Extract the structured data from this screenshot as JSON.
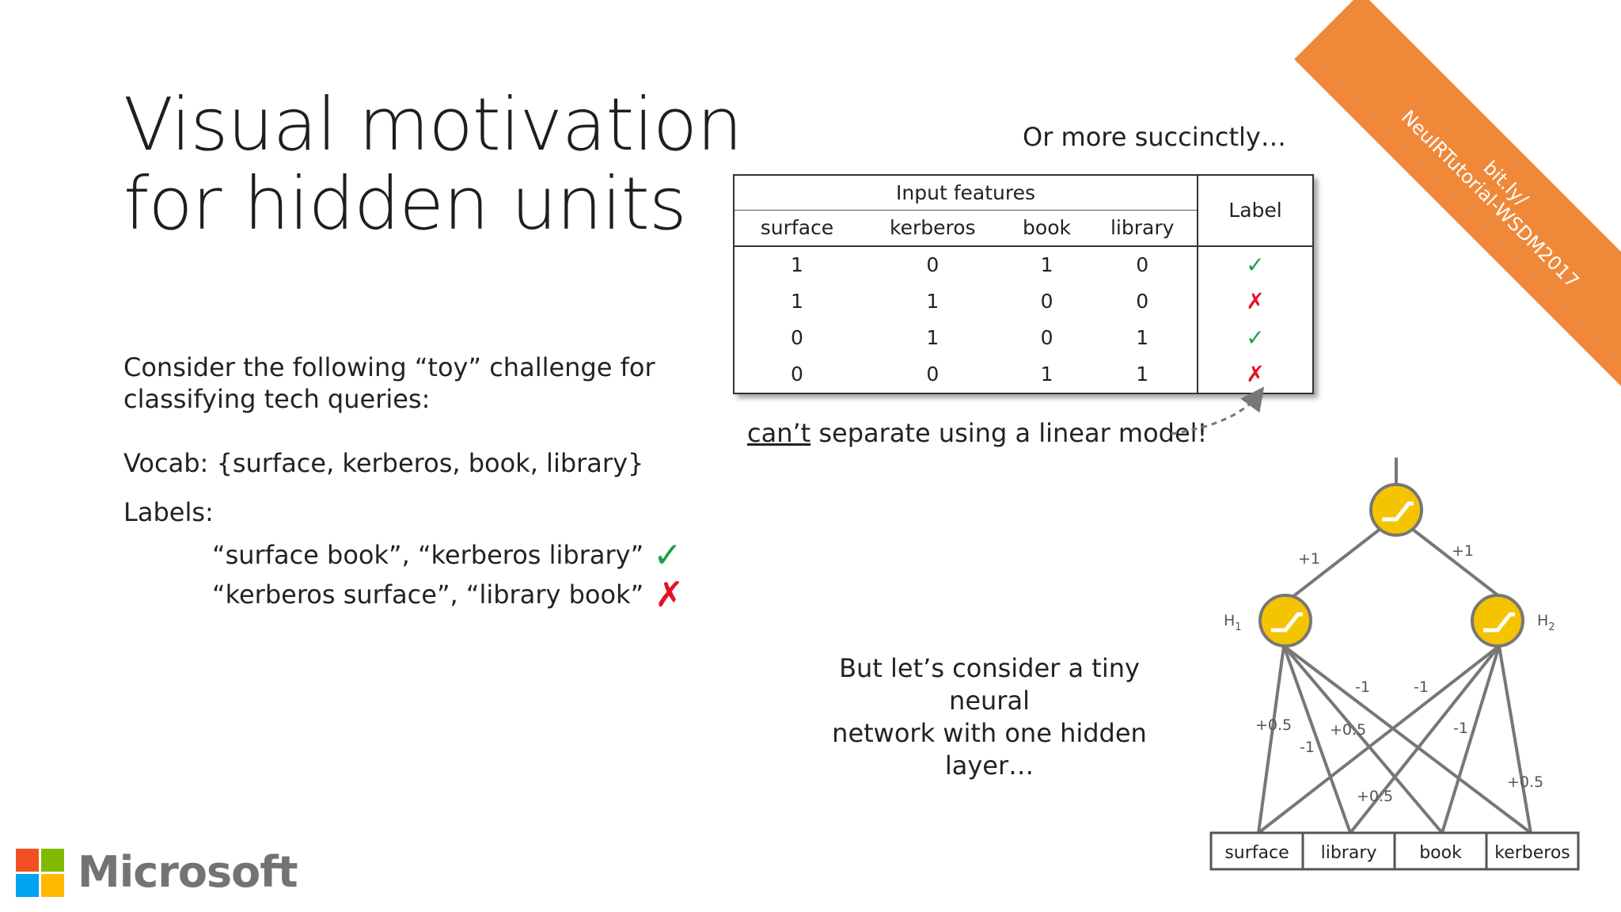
{
  "slide": {
    "title_lines": [
      "Visual motivation",
      "for hidden units"
    ],
    "intro_lines": [
      "Consider the following “toy” challenge for",
      "classifying tech queries:"
    ],
    "vocab": "Vocab: {surface, kerberos, book, library}",
    "labels_heading": "Labels:",
    "examples": [
      {
        "text": "“surface book”, “kerberos library”",
        "mark": "✓",
        "mark_color": "#1aa04a"
      },
      {
        "text": "“kerberos surface”, “library book”",
        "mark": "✗",
        "mark_color": "#e81123"
      }
    ],
    "succinct": "Or more succinctly…",
    "cant_emph": "can’t",
    "cant_rest": " separate using a linear model!",
    "consider_lines": [
      "But let’s consider a tiny neural",
      "network with one hidden layer…"
    ],
    "banner_lines": [
      "bit.ly/",
      "NeuIRTutorial-WSDM2017"
    ],
    "logo_text": "Microsoft"
  },
  "table": {
    "group_header": "Input features",
    "label_header": "Label",
    "columns": [
      "surface",
      "kerberos",
      "book",
      "library"
    ],
    "rows": [
      {
        "values": [
          "1",
          "0",
          "1",
          "0"
        ],
        "label": "✓",
        "positive": true
      },
      {
        "values": [
          "1",
          "1",
          "0",
          "0"
        ],
        "label": "✗",
        "positive": false
      },
      {
        "values": [
          "0",
          "1",
          "0",
          "1"
        ],
        "label": "✓",
        "positive": true
      },
      {
        "values": [
          "0",
          "0",
          "1",
          "1"
        ],
        "label": "✗",
        "positive": false
      }
    ]
  },
  "network": {
    "hidden_labels": [
      "H",
      "H"
    ],
    "hidden_subscripts": [
      "1",
      "2"
    ],
    "output_weights": [
      "+1",
      "+1"
    ],
    "edge_weights": [
      "+0.5",
      "-1",
      "+0.5",
      "-1",
      "-1",
      "-1",
      "+0.5",
      "+0.5"
    ],
    "inputs": [
      "surface",
      "library",
      "book",
      "kerberos"
    ]
  },
  "colors": {
    "node_fill": "#f5c400",
    "edge": "#777777",
    "positive": "#1aa04a",
    "negative": "#e81123",
    "banner": "#f0883a"
  }
}
